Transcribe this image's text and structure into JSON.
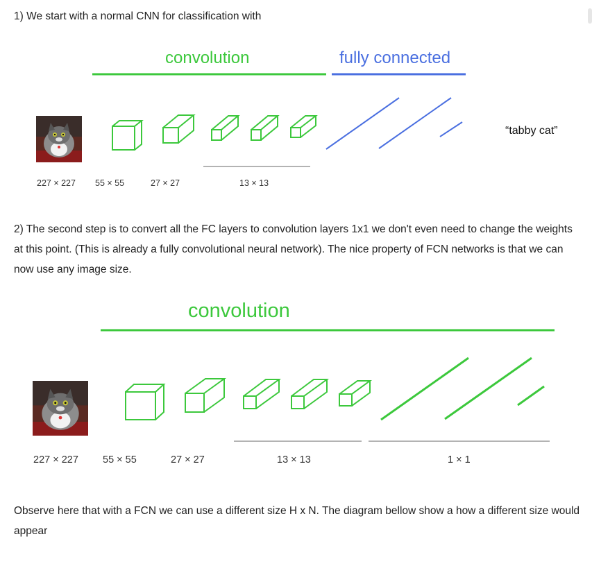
{
  "step1": {
    "text": "1) We start with a normal CNN for classification with",
    "label_convolution": "convolution",
    "label_fc": "fully connected",
    "output_label": "“tabby cat”",
    "dims": [
      "227 × 227",
      "55 × 55",
      "27 × 27",
      "13 × 13"
    ]
  },
  "step2": {
    "text": "2) The second step is to convert all the FC layers to convolution layers 1x1 we don't even need to change the weights at this point. (This is already a fully convolutional neural network). The nice property of FCN networks is that we can now use any image size.",
    "label_convolution": "convolution",
    "dims": [
      "227 × 227",
      "55 × 55",
      "27 × 27",
      "13 × 13",
      "1 × 1"
    ]
  },
  "observe": {
    "text": "Observe here that with a FCN we can use a different size H x N. The diagram bellow show a how a different size would appear"
  },
  "colors": {
    "green": "#3cc83c",
    "blue": "#4a6fe0",
    "gray_line": "#b3b3b3"
  }
}
